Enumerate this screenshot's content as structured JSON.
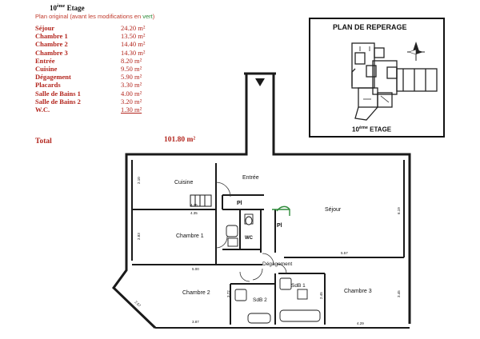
{
  "header": {
    "floor_number": "10",
    "floor_suffix": "ème",
    "floor_word": "Etage",
    "subtitle_main": "Plan original (avant les modifications en ",
    "subtitle_green": "vert",
    "subtitle_end": ")"
  },
  "rooms": [
    {
      "name": "Séjour",
      "area": "24.20 m²"
    },
    {
      "name": "Chambre 1",
      "area": "13.50 m²"
    },
    {
      "name": "Chambre 2",
      "area": "14.40 m²"
    },
    {
      "name": "Chambre 3",
      "area": "14.30 m²"
    },
    {
      "name": "Entrée",
      "area": "8.20 m²"
    },
    {
      "name": "Cuisine",
      "area": "9.50 m²"
    },
    {
      "name": "Dégagement",
      "area": "5.90 m²"
    },
    {
      "name": "Placards",
      "area": "3.30 m²"
    },
    {
      "name": "Salle de Bains 1",
      "area": "4.00 m²"
    },
    {
      "name": "Salle de Bains 2",
      "area": "3.20 m²"
    },
    {
      "name": "W.C.",
      "area": "1.30 m²"
    }
  ],
  "total": {
    "label": "Total",
    "value": "101.80 m²"
  },
  "reference": {
    "title": "PLAN DE REPERAGE",
    "floor_number": "10",
    "floor_suffix": "ème",
    "floor_word": "ETAGE"
  },
  "plan": {
    "labels": {
      "cuisine": "Cuisine",
      "entree": "Entrée",
      "sejour": "Séjour",
      "pl1": "Pl",
      "pl2": "Pl",
      "wc": "WC",
      "chambre1": "Chambre 1",
      "degagement": "Dégagement",
      "sdb1": "SdB 1",
      "sdb2": "SdB 2",
      "chambre2": "Chambre 2",
      "chambre3": "Chambre 3"
    },
    "dimensions": {
      "d_210": "2.10",
      "d_435": "4.35",
      "d_435b": "4.35",
      "d_619": "6.19",
      "d_557": "5.57",
      "d_500": "5.00",
      "d_283": "2.83",
      "d_372": "3.72",
      "d_245": "2.45",
      "d_345": "3.45",
      "d_387": "3.87",
      "d_429": "4.29",
      "d_257": "2.57"
    },
    "colors": {
      "walls": "#1a1a1a",
      "modification": "#2e8b3a"
    }
  }
}
